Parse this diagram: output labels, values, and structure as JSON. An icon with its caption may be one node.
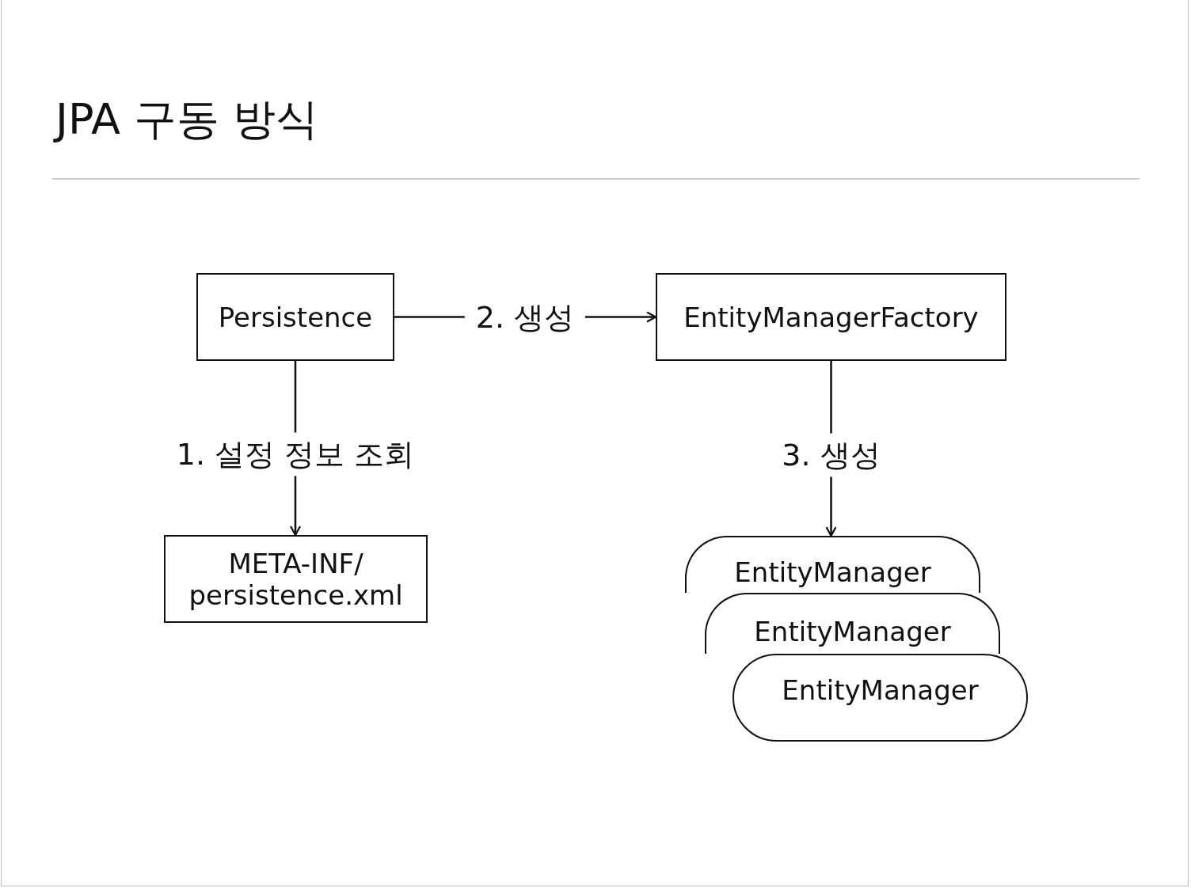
{
  "diagram": {
    "title": "JPA 구동 방식",
    "nodes": [
      {
        "text": [
          "Persistence"
        ]
      },
      {
        "text": [
          "EntityManagerFactory"
        ]
      },
      {
        "text": [
          "META-INF/ persistence.xml"
        ]
      },
      {
        "text": [
          "EntityManager"
        ]
      },
      {
        "text": [
          "EntityManager"
        ]
      },
      {
        "text": [
          "EntityManager"
        ]
      }
    ],
    "edges": [
      {
        "from": 0,
        "to": 1,
        "arrow": "to",
        "label": "2. 생성"
      },
      {
        "from": 0,
        "to": 2,
        "arrow": "to",
        "label": "1. 설정 정보 조회"
      },
      {
        "from": 1,
        "to": 3,
        "arrow": "to",
        "label": "3. 생성"
      }
    ]
  }
}
